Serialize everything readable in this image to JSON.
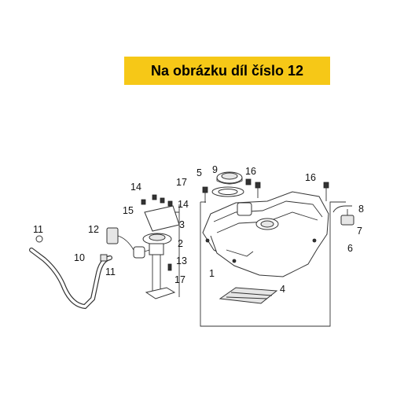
{
  "banner": {
    "text": "Na obrázku díl číslo 12"
  },
  "callouts": {
    "c1": "1",
    "c2": "2",
    "c3": "3",
    "c4": "4",
    "c5": "5",
    "c6": "6",
    "c7": "7",
    "c8": "8",
    "c9": "9",
    "c10": "10",
    "c11a": "11",
    "c11b": "11",
    "c12": "12",
    "c13": "13",
    "c14a": "14",
    "c14b": "14",
    "c15": "15",
    "c16a": "16",
    "c16b": "16",
    "c17a": "17",
    "c17b": "17"
  },
  "colors": {
    "banner_bg": "#f6c817",
    "line": "#333333",
    "part_fill": "#e6e6e6"
  }
}
